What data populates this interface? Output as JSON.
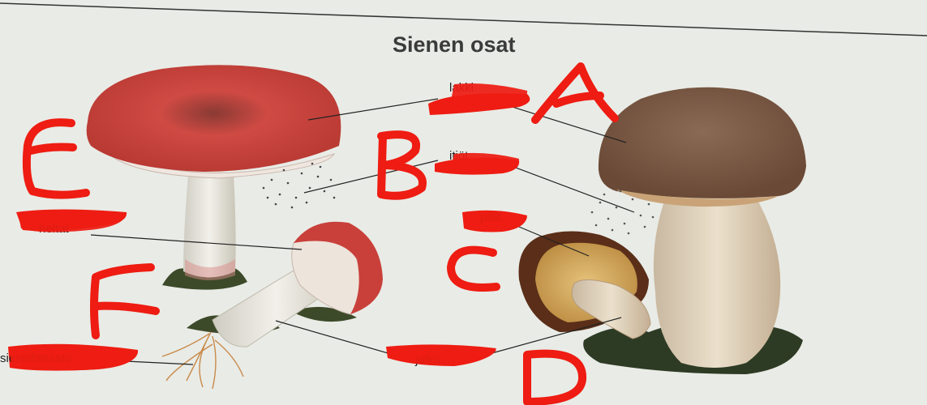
{
  "title": "Sienen osat",
  "labels": {
    "lakki": "lakki",
    "itiöt": "itiöt",
    "heltat": "heltat",
    "pillit": "pillit",
    "rihmasto": "sienirihmasto",
    "jalka": "jalka"
  },
  "annotations": {
    "A": "A",
    "B": "B",
    "C": "C",
    "D": "D",
    "E": "E",
    "F": "F"
  },
  "colors": {
    "page": "#e9ebe6",
    "russula_cap": "#c8413c",
    "bolete_cap": "#7a5a45",
    "stem": "#e4e2d8",
    "marker": "#ee1c12"
  }
}
